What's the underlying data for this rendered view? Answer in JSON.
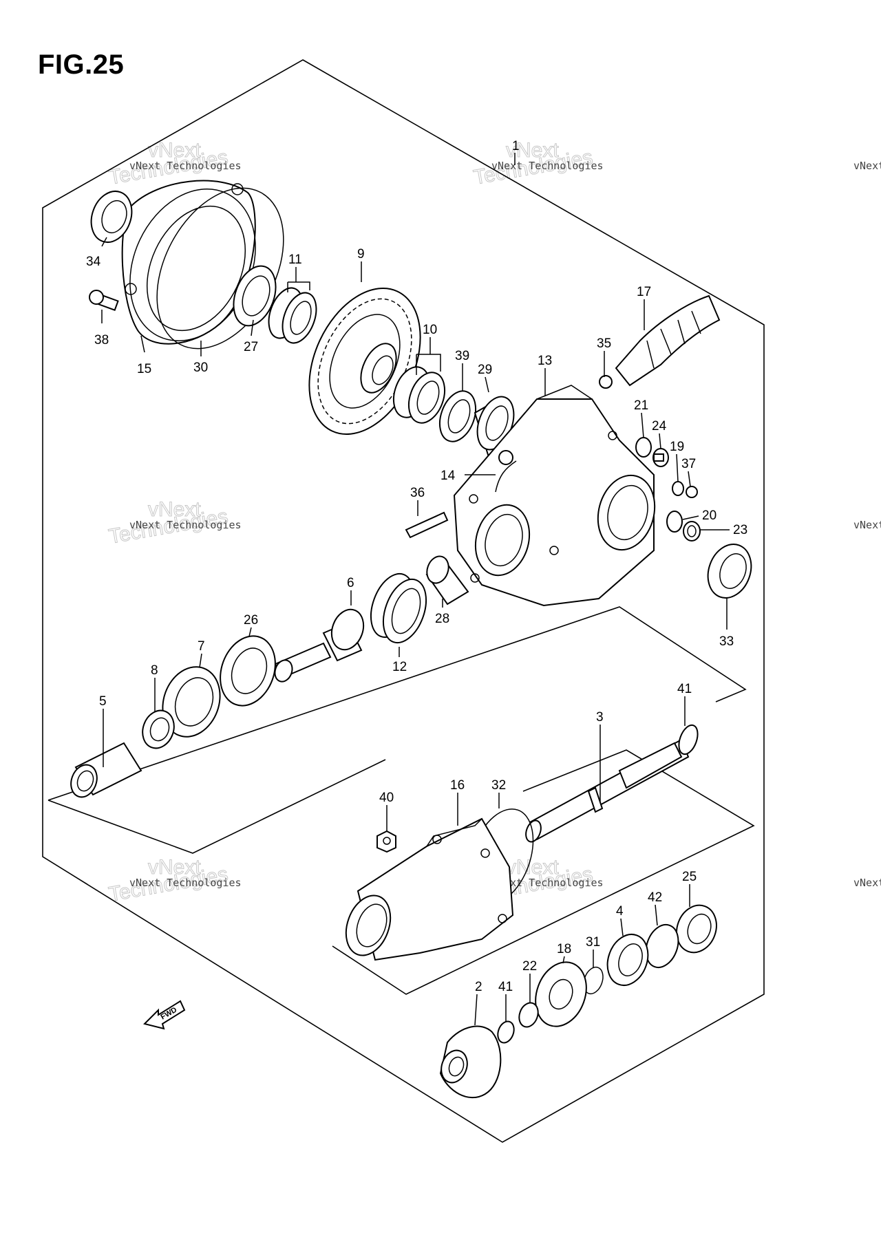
{
  "figure": {
    "title": "FIG.25",
    "fwd_label": "FWD"
  },
  "watermark": {
    "brand_line1": "vNext",
    "brand_line2": "Technologies",
    "caption": "vNext Technologies"
  },
  "callouts": [
    {
      "id": "p1",
      "label": "1"
    },
    {
      "id": "p2",
      "label": "2"
    },
    {
      "id": "p3",
      "label": "3"
    },
    {
      "id": "p4",
      "label": "4"
    },
    {
      "id": "p5",
      "label": "5"
    },
    {
      "id": "p6",
      "label": "6"
    },
    {
      "id": "p7",
      "label": "7"
    },
    {
      "id": "p8",
      "label": "8"
    },
    {
      "id": "p9",
      "label": "9"
    },
    {
      "id": "p10",
      "label": "10"
    },
    {
      "id": "p11",
      "label": "11"
    },
    {
      "id": "p12",
      "label": "12"
    },
    {
      "id": "p13",
      "label": "13"
    },
    {
      "id": "p14",
      "label": "14"
    },
    {
      "id": "p15",
      "label": "15"
    },
    {
      "id": "p16",
      "label": "16"
    },
    {
      "id": "p17",
      "label": "17"
    },
    {
      "id": "p18",
      "label": "18"
    },
    {
      "id": "p19",
      "label": "19"
    },
    {
      "id": "p20",
      "label": "20"
    },
    {
      "id": "p21",
      "label": "21"
    },
    {
      "id": "p22",
      "label": "22"
    },
    {
      "id": "p23",
      "label": "23"
    },
    {
      "id": "p24",
      "label": "24"
    },
    {
      "id": "p25",
      "label": "25"
    },
    {
      "id": "p26",
      "label": "26"
    },
    {
      "id": "p27",
      "label": "27"
    },
    {
      "id": "p28",
      "label": "28"
    },
    {
      "id": "p29",
      "label": "29"
    },
    {
      "id": "p30",
      "label": "30"
    },
    {
      "id": "p31",
      "label": "31"
    },
    {
      "id": "p32",
      "label": "32"
    },
    {
      "id": "p33",
      "label": "33"
    },
    {
      "id": "p34",
      "label": "34"
    },
    {
      "id": "p35",
      "label": "35"
    },
    {
      "id": "p36",
      "label": "36"
    },
    {
      "id": "p37",
      "label": "37"
    },
    {
      "id": "p38",
      "label": "38"
    },
    {
      "id": "p39",
      "label": "39"
    },
    {
      "id": "p40",
      "label": "40"
    },
    {
      "id": "p41a",
      "label": "41"
    },
    {
      "id": "p41b",
      "label": "41"
    },
    {
      "id": "p42",
      "label": "42"
    }
  ]
}
